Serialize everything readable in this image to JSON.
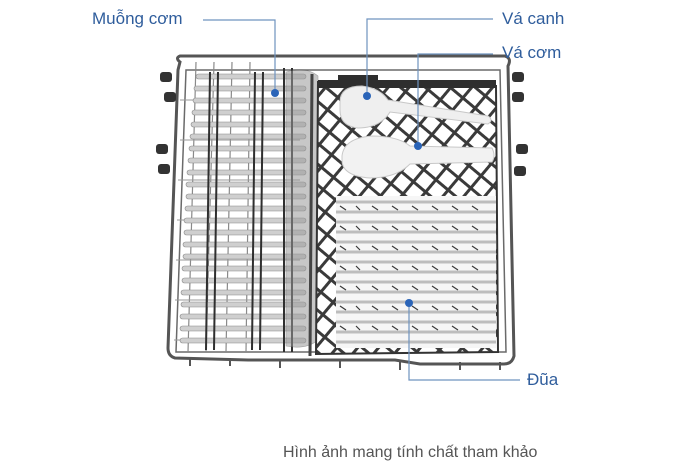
{
  "figure": {
    "title": "Dishwasher upper cutlery rack",
    "colors": {
      "label": "#2f5d9c",
      "callout_line": "#6f93bf",
      "callout_dot": "#2a64b8",
      "caption": "#555555",
      "rack_wire": "#4a4a4a",
      "utensil": "#d9d9d9"
    },
    "callouts": [
      {
        "id": "muong-com",
        "label": "Muỗng cơm"
      },
      {
        "id": "va-canh",
        "label": "Vá canh"
      },
      {
        "id": "va-com",
        "label": "Vá cơm"
      },
      {
        "id": "dua",
        "label": "Đũa"
      }
    ],
    "caption": "Hình ảnh mang tính chất tham khảo"
  }
}
